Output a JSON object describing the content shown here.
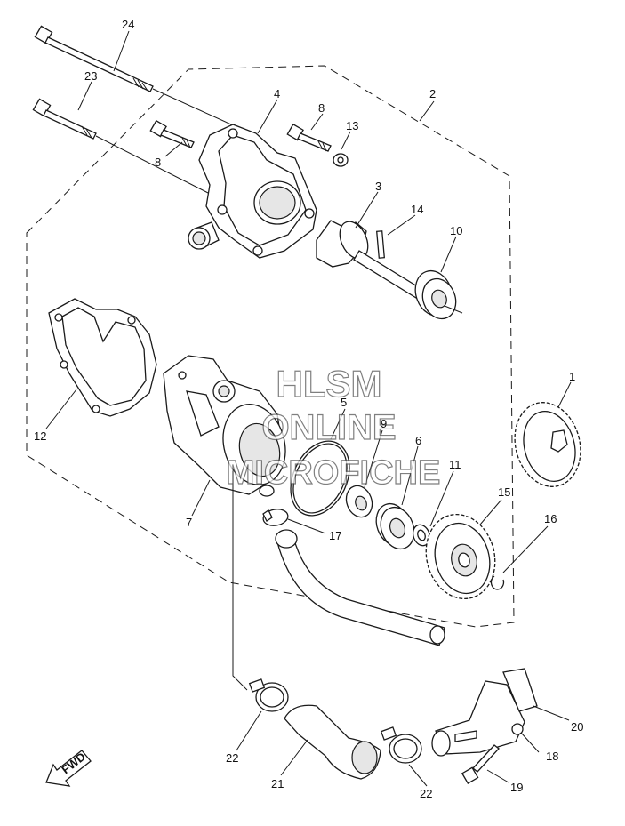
{
  "watermark": {
    "line1": "HLSM",
    "line2": "ONLINE",
    "line3": "MICROFICHE"
  },
  "fwd_label": "FWD",
  "callouts": {
    "c1": "1",
    "c2": "2",
    "c3": "3",
    "c4": "4",
    "c5": "5",
    "c6": "6",
    "c7": "7",
    "c8a": "8",
    "c8b": "8",
    "c9": "9",
    "c10": "10",
    "c11": "11",
    "c12": "12",
    "c13": "13",
    "c14": "14",
    "c15": "15",
    "c16": "16",
    "c17": "17",
    "c18": "18",
    "c19": "19",
    "c20": "20",
    "c21": "21",
    "c22a": "22",
    "c22b": "22",
    "c23": "23",
    "c24": "24"
  }
}
